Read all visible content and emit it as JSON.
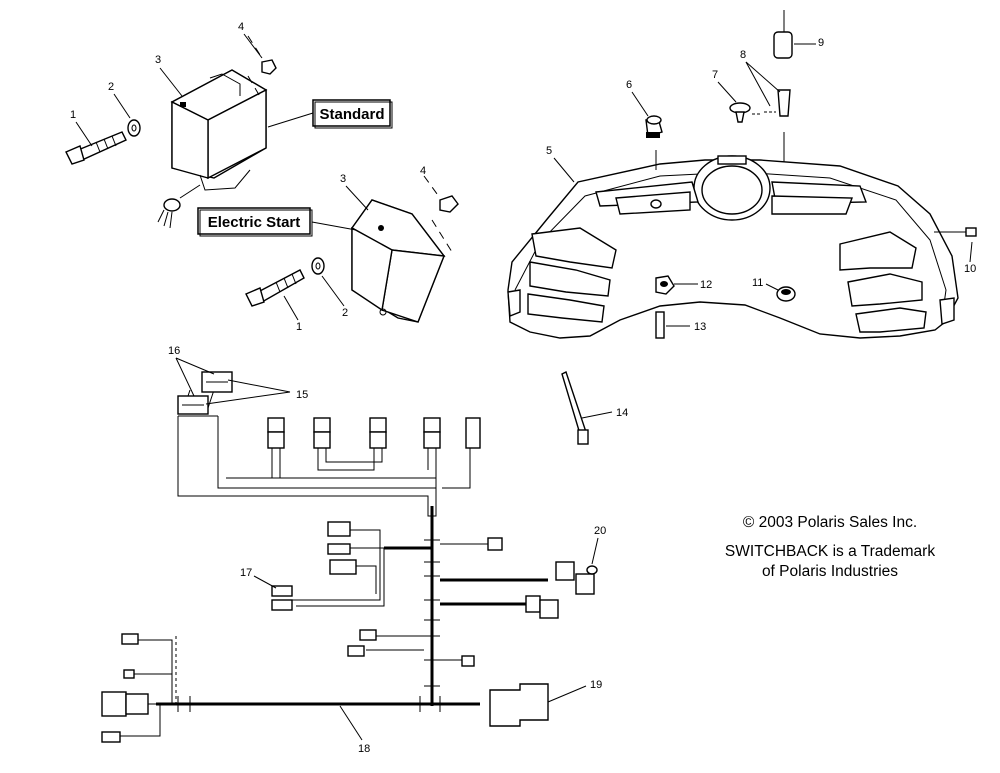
{
  "labels": {
    "box_standard": "Standard",
    "box_electric_start": "Electric Start"
  },
  "callouts": {
    "c1a": "1",
    "c2a": "2",
    "c3a": "3",
    "c4a": "4",
    "c3b": "3",
    "c4b": "4",
    "c1b": "1",
    "c2b": "2",
    "c5": "5",
    "c6": "6",
    "c7": "7",
    "c8": "8",
    "c9": "9",
    "c10": "10",
    "c11": "11",
    "c12": "12",
    "c13": "13",
    "c14": "14",
    "c15": "15",
    "c16": "16",
    "c17": "17",
    "c18": "18",
    "c19": "19",
    "c20": "20"
  },
  "notice": {
    "copyright": "© 2003 Polaris Sales Inc.",
    "trademark_line1": "SWITCHBACK is a Trademark",
    "trademark_line2": "of Polaris Industries"
  }
}
